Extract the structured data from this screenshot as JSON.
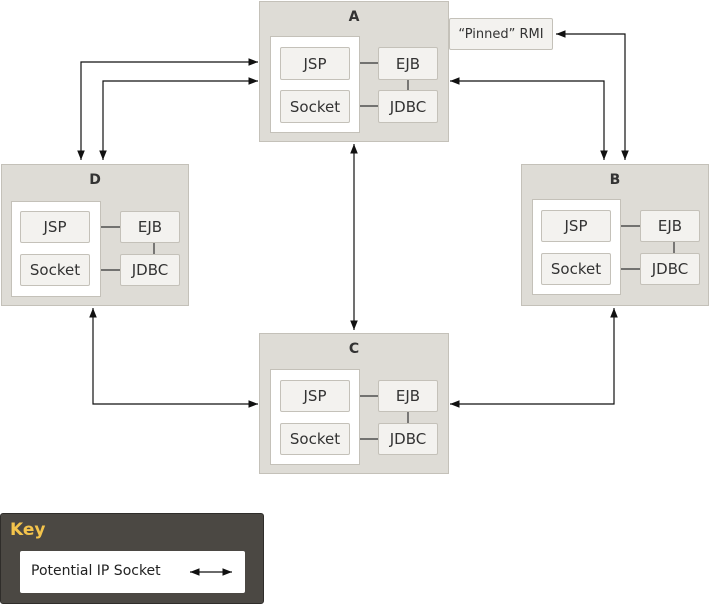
{
  "servers": [
    {
      "id": "A",
      "title": "A"
    },
    {
      "id": "B",
      "title": "B"
    },
    {
      "id": "C",
      "title": "C"
    },
    {
      "id": "D",
      "title": "D"
    }
  ],
  "components": {
    "jsp": "JSP",
    "socket": "Socket",
    "ejb": "EJB",
    "jdbc": "JDBC"
  },
  "pinned_label": "“Pinned” RMI",
  "key": {
    "title": "Key",
    "item_label": "Potential IP Socket"
  },
  "colors": {
    "server_fill": "#dedcd6",
    "component_fill": "#f3f2ef",
    "key_fill": "#4b4843",
    "key_title": "#f4c44c"
  }
}
